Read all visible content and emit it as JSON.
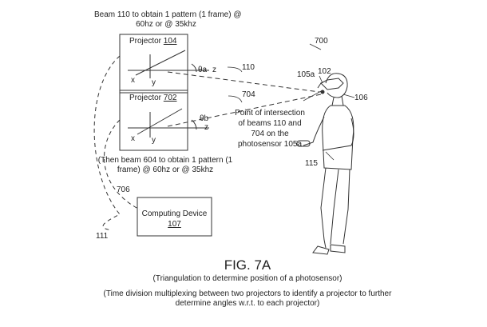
{
  "figure": {
    "title": "FIG. 7A",
    "caption_1": "(Triangulation to determine position of a photosensor)",
    "caption_2_line1": "(Time division multiplexing between two projectors to identify a projector to further",
    "caption_2_line2": "determine angles w.r.t. to each projector)"
  },
  "notes": {
    "beam110_line1": "Beam 110 to obtain 1 pattern (1 frame) @",
    "beam110_line2": "60hz or @ 35khz",
    "beam604_line1": "(Then beam 604 to obtain 1 pattern (1",
    "beam604_line2": "frame) @ 60hz or @ 35khz",
    "intersection_line1": "Point of intersection",
    "intersection_line2": "of beams 110 and",
    "intersection_line3": "704 on the",
    "intersection_line4": "photosensor 105a"
  },
  "projector_104": {
    "label": "Projector ",
    "ref": "104"
  },
  "projector_702": {
    "label": "Projector ",
    "ref": "702"
  },
  "computing_device": {
    "label": "Computing Device",
    "ref": "107"
  },
  "axes": {
    "x": "x",
    "y": "y",
    "z": "z",
    "theta_a": "θa",
    "theta_b": "θb"
  },
  "refs": {
    "r700": "700",
    "r110": "110",
    "r704": "704",
    "r102": "102",
    "r105a": "105a",
    "r106": "106",
    "r115": "115",
    "r706": "706",
    "r111": "111"
  }
}
